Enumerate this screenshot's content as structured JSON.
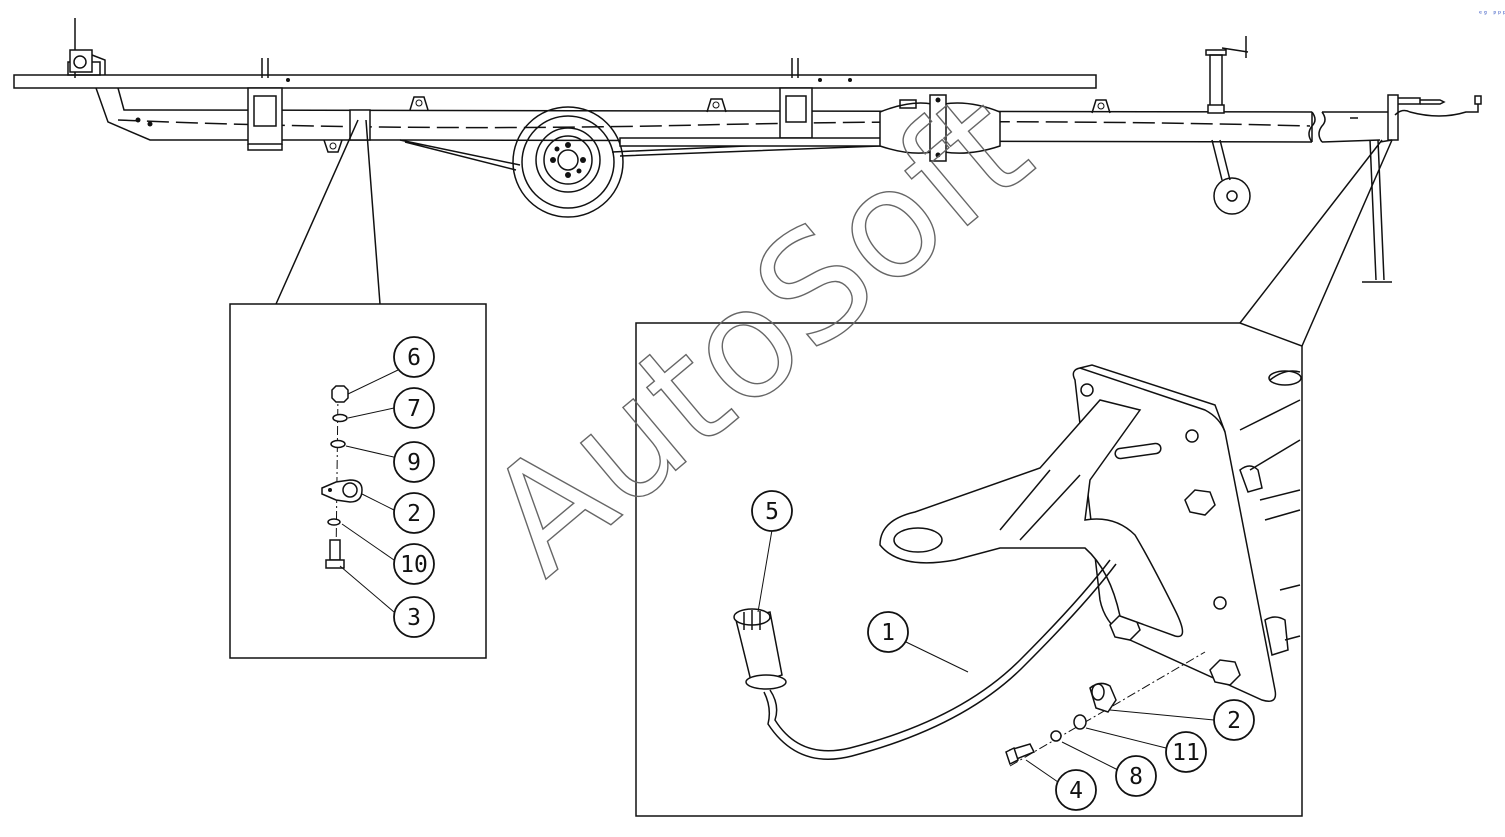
{
  "watermark": {
    "text": "AutoSoft"
  },
  "corner_mark": {
    "text": "ᵉᶢ ᵖᵖᵖ"
  },
  "detail_left": {
    "callouts": [
      {
        "id": "c6",
        "label": "6"
      },
      {
        "id": "c7",
        "label": "7"
      },
      {
        "id": "c9",
        "label": "9"
      },
      {
        "id": "c2",
        "label": "2"
      },
      {
        "id": "c10",
        "label": "10"
      },
      {
        "id": "c3",
        "label": "3"
      }
    ]
  },
  "detail_right": {
    "callouts": [
      {
        "id": "c5",
        "label": "5"
      },
      {
        "id": "c1",
        "label": "1"
      },
      {
        "id": "c2",
        "label": "2"
      },
      {
        "id": "c11",
        "label": "11"
      },
      {
        "id": "c8",
        "label": "8"
      },
      {
        "id": "c4",
        "label": "4"
      }
    ]
  }
}
